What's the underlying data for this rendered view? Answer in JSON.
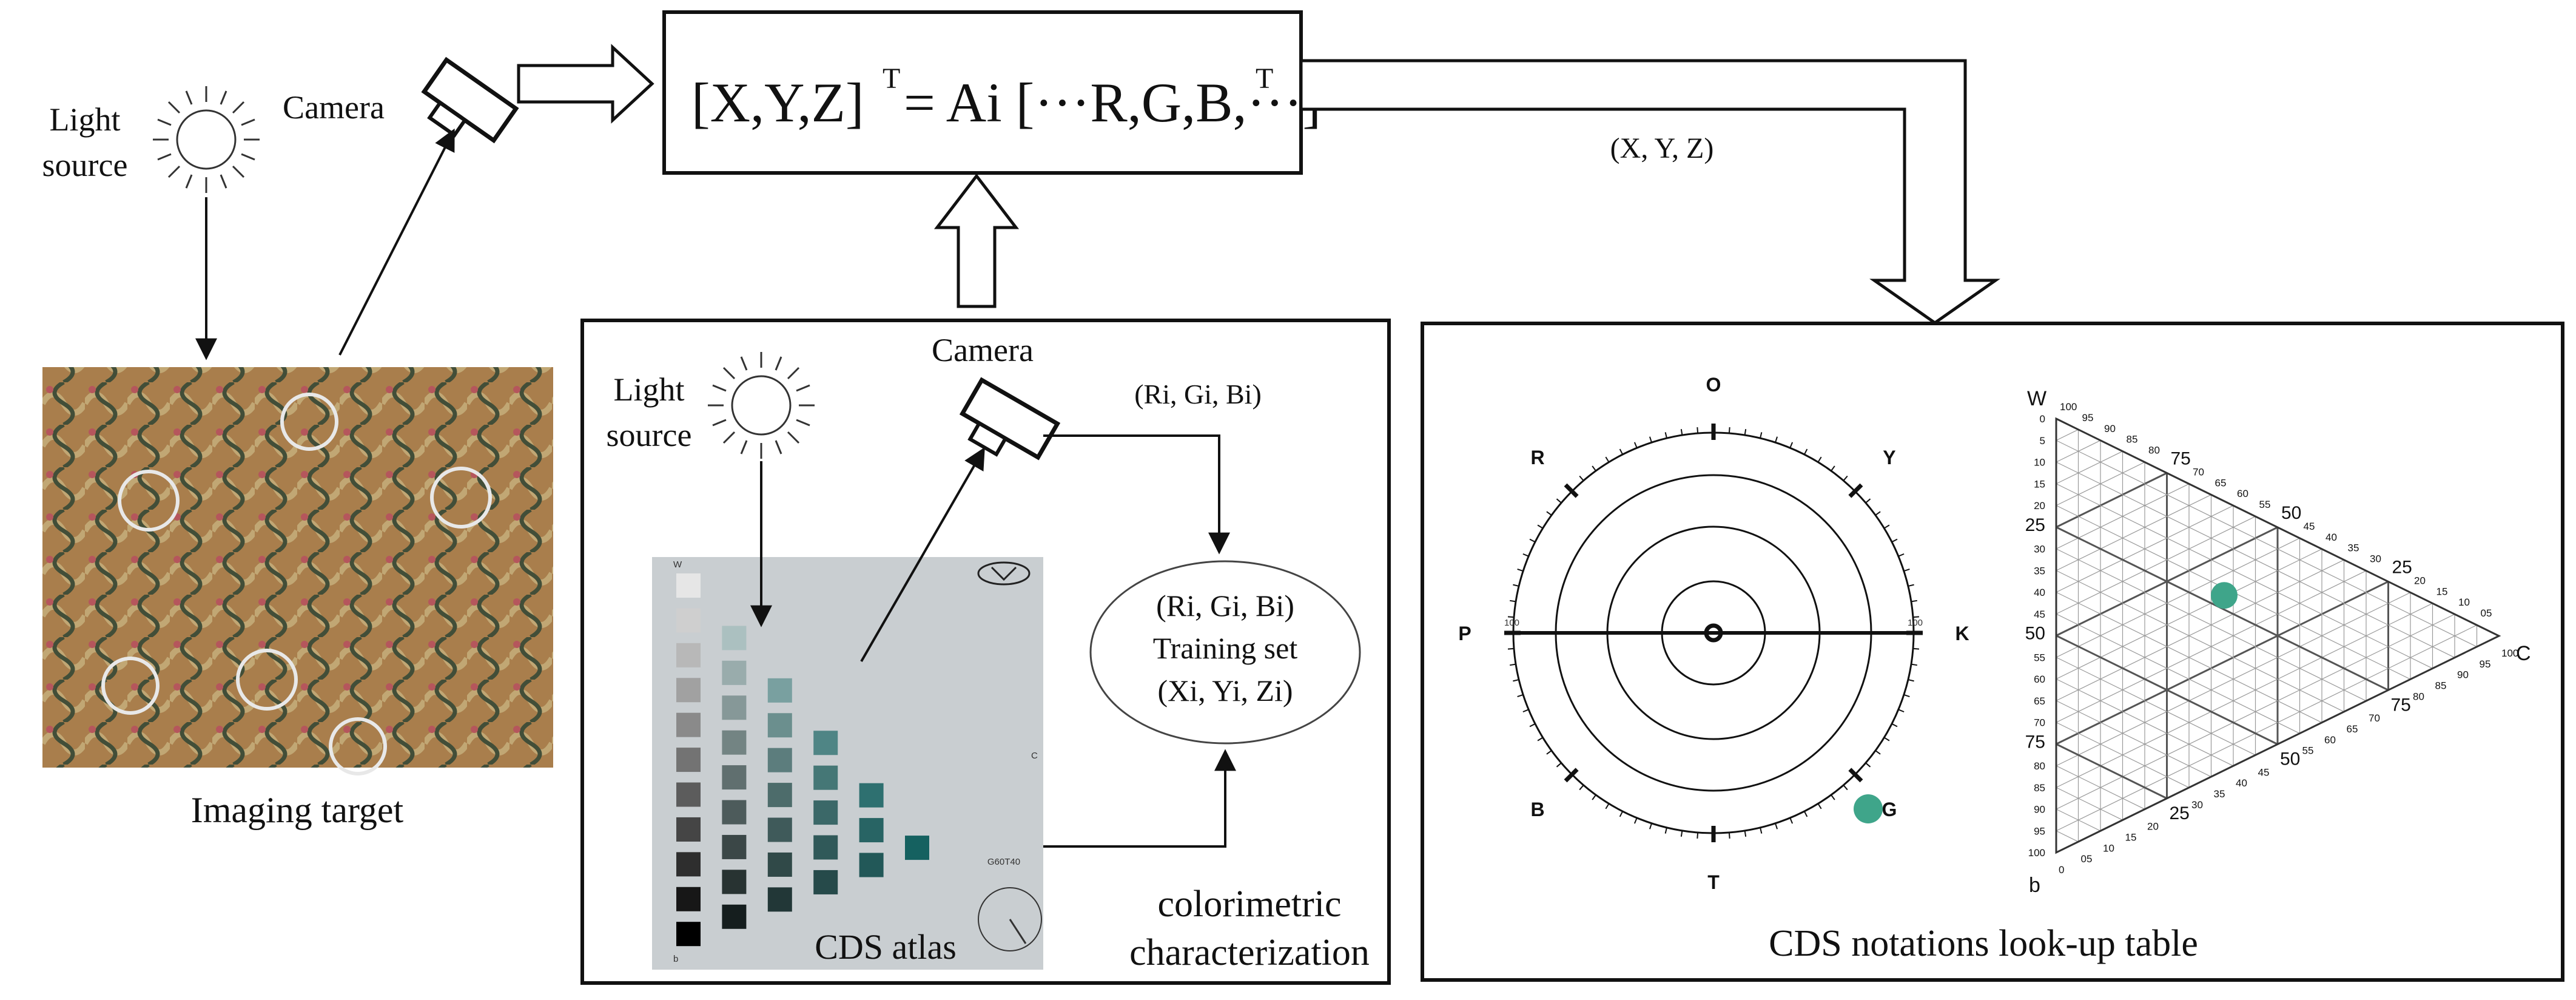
{
  "top": {
    "light_source_label_1": "Light",
    "light_source_label_2": "source",
    "camera_label": "Camera",
    "equation_main": "[X,Y,Z]",
    "equation_sup": "T",
    "equation_mid": " = Ai [···R,G,B,···]",
    "equation_sup2": "T",
    "xyz_label": "(X, Y, Z)",
    "imaging_target_label": "Imaging target"
  },
  "characterization_box": {
    "light_source_label_1": "Light",
    "light_source_label_2": "source",
    "camera_label": "Camera",
    "rgb_label": "(Ri, Gi, Bi)",
    "ellipse_line1": "(Ri, Gi, Bi)",
    "ellipse_line2": "Training set",
    "ellipse_line3": "(Xi, Yi, Zi)",
    "atlas_label": "CDS atlas",
    "atlas_page_code": "G60T40",
    "atlas_w": "W",
    "atlas_c": "C",
    "atlas_b": "b",
    "title_line1": "colorimetric",
    "title_line2": "characterization"
  },
  "lookup_box": {
    "title": "CDS notations look-up table",
    "hue_circle": {
      "letters": [
        "O",
        "Y",
        "K",
        "G",
        "T",
        "B",
        "P",
        "R"
      ],
      "tick_100": "100"
    },
    "triangle": {
      "w": "W",
      "c": "C",
      "b": "b",
      "left_ticks": [
        "0",
        "5",
        "10",
        "15",
        "20",
        "25",
        "30",
        "35",
        "40",
        "45",
        "50",
        "55",
        "60",
        "65",
        "70",
        "75",
        "80",
        "85",
        "90",
        "95",
        "100"
      ],
      "top_ticks": [
        "100",
        "95",
        "90",
        "85",
        "80",
        "75",
        "70",
        "65",
        "60",
        "55",
        "50",
        "45",
        "40",
        "35",
        "30",
        "25",
        "20",
        "15",
        "10",
        "05"
      ],
      "bottom_ticks": [
        "0",
        "05",
        "10",
        "15",
        "20",
        "25",
        "30",
        "35",
        "40",
        "45",
        "50",
        "55",
        "60",
        "65",
        "70",
        "75",
        "80",
        "85",
        "90",
        "95",
        "100"
      ]
    }
  },
  "colors": {
    "marker": "#3fa58a",
    "atlas_teal": "#1f8f8e",
    "atlas_bg": "#c9ced1"
  }
}
